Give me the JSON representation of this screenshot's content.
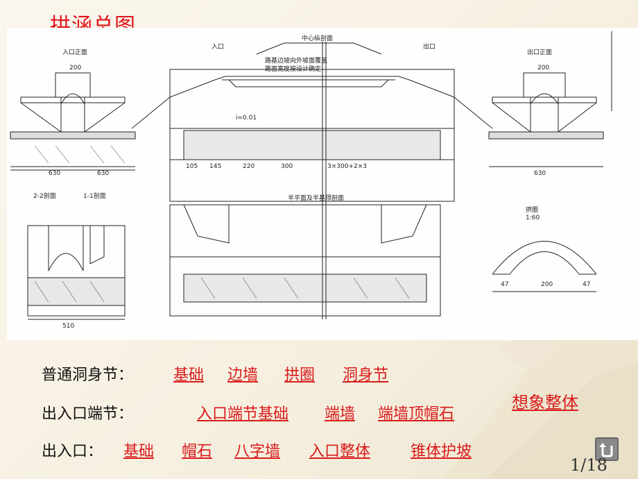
{
  "slide": {
    "title": "拱涵总图",
    "page": "1/18"
  },
  "drawing": {
    "labels": {
      "entrance_elevation": "入口正面",
      "entrance": "入口",
      "center_section": "中心纵剖面",
      "exit": "出口",
      "exit_elevation": "出口正面",
      "section_22": "2-2剖面",
      "section_11": "1-1剖面",
      "half_plan": "半平面及半基顶剖面",
      "arch_ring": "拱圈",
      "ratio": "1:60",
      "dim_630": "630",
      "dim_200": "200",
      "dim_300": "300",
      "dim_220": "220",
      "dim_145": "145",
      "dim_105": "105",
      "dim_span": "3×300+2×3",
      "dim_510": "510",
      "dim_47": "47",
      "note_1": "i=0.01",
      "note_a": "路基边坡向外坡面覆盖",
      "note_b": "路面宽度按设计确定"
    }
  },
  "rows": {
    "row1_label": "普通洞身节：",
    "row1_links": [
      "基础",
      "边墙",
      "拱圈",
      "洞身节"
    ],
    "row2_label": "出入口端节：",
    "row2_links": [
      "入口端节基础",
      "端墙",
      "端墙顶帽石"
    ],
    "row3_label": "出入口：",
    "row3_links": [
      "基础",
      "帽石",
      "八字墙",
      "入口整体",
      "锥体护坡"
    ],
    "imagine_link": "想象整体"
  },
  "colors": {
    "accent": "#e0141a",
    "link": "#d81b1b",
    "background": "#f6efdf"
  }
}
